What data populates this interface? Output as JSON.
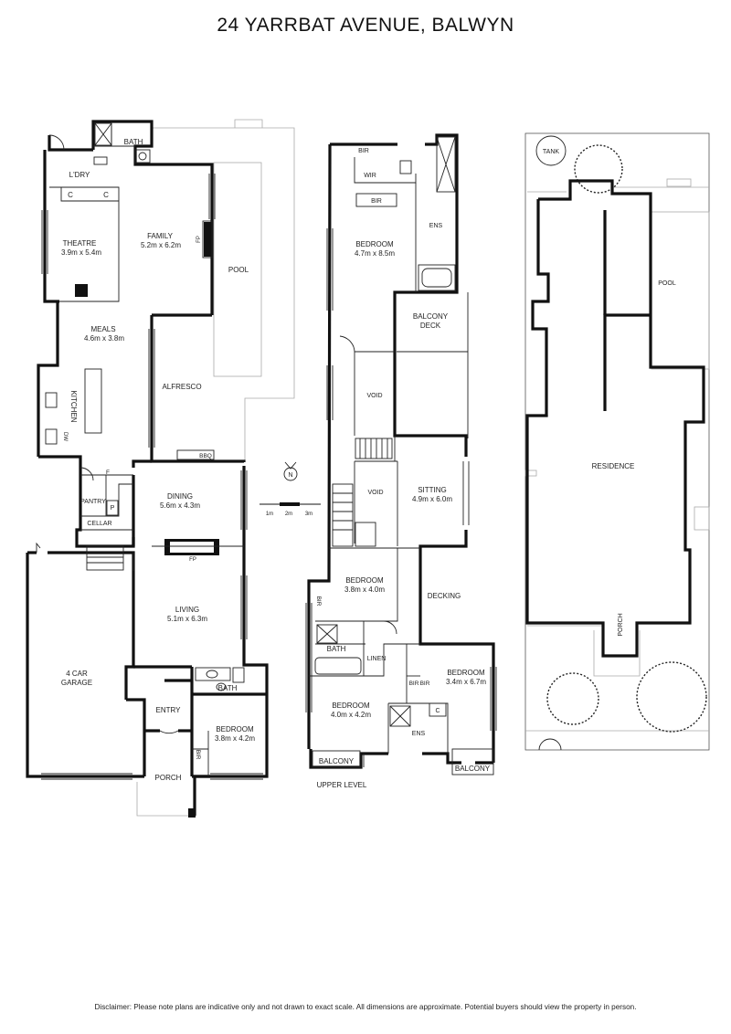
{
  "title": "24 YARRBAT AVENUE, BALWYN",
  "disclaimer": "Disclaimer: Please note plans are indicative only and not drawn to exact scale. All dimensions are approximate. Potential buyers should view the property in person.",
  "ground_floor": {
    "bath_top": "BATH",
    "laundry": "L'DRY",
    "cupboard": "C",
    "theatre": "THEATRE",
    "theatre_dim": "3.9m x 5.4m",
    "family": "FAMILY",
    "family_dim": "5.2m x 6.2m",
    "fireplace": "FP",
    "pool": "POOL",
    "meals": "MEALS",
    "meals_dim": "4.6m x 3.8m",
    "kitchen": "KITCHEN",
    "dishwasher": "DW",
    "alfresco": "ALFRESCO",
    "bbq": "BBQ",
    "fridge": "F",
    "pantry": "PANTRY",
    "pantry_p": "P",
    "cellar": "CELLAR",
    "dining": "DINING",
    "dining_dim": "5.6m x 4.3m",
    "living": "LIVING",
    "living_dim": "5.1m x 6.3m",
    "garage_line1": "4 CAR",
    "garage_line2": "GARAGE",
    "entry": "ENTRY",
    "bath": "BATH",
    "bedroom": "BEDROOM",
    "bedroom_dim": "3.8m x 4.2m",
    "bir": "BIR",
    "porch": "PORCH"
  },
  "scale": {
    "labels": [
      "1m",
      "2m",
      "3m"
    ],
    "north": "N"
  },
  "upper_level": {
    "label": "UPPER LEVEL",
    "bir_top": "BIR",
    "wir": "WIR",
    "bir_island": "BIR",
    "master": "BEDROOM",
    "master_dim": "4.7m x 8.5m",
    "ens_master": "ENS",
    "balcony_deck_line1": "BALCONY",
    "balcony_deck_line2": "DECK",
    "void1": "VOID",
    "void2": "VOID",
    "sitting": "SITTING",
    "sitting_dim": "4.9m x 6.0m",
    "bedroom2": "BEDROOM",
    "bedroom2_dim": "3.8m x 4.0m",
    "bir2": "BIR",
    "decking": "DECKING",
    "bath": "BATH",
    "linen": "LINEN",
    "bir3a": "BIR",
    "bir3b": "BIR",
    "bedroom3": "BEDROOM",
    "bedroom3_dim": "3.4m x 6.7m",
    "bedroom4": "BEDROOM",
    "bedroom4_dim": "4.0m x 4.2m",
    "ens": "ENS",
    "cupboard": "C",
    "balcony_left": "BALCONY",
    "balcony_right": "BALCONY"
  },
  "site_plan": {
    "tank": "TANK",
    "pool": "POOL",
    "residence": "RESIDENCE",
    "porch": "PORCH"
  }
}
